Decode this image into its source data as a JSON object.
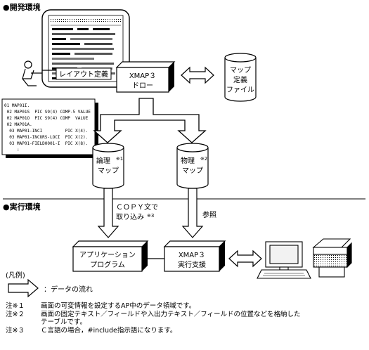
{
  "sections": {
    "dev": "●開発環境",
    "run": "●実行環境"
  },
  "boxes": {
    "layout": "レイアウト定義",
    "xmap_draw_1": "XMAP３",
    "xmap_draw_2": "ドロー",
    "app_prog_1": "アプリケーション",
    "app_prog_2": "プログラム",
    "xmap_run_1": "XMAP３",
    "xmap_run_2": "実行支援"
  },
  "files": {
    "map_def": [
      "マップ",
      "定義",
      "ファイル"
    ],
    "logical": [
      "論理",
      "マップ"
    ],
    "logical_mark": "※1",
    "physical": [
      "物理",
      "マップ"
    ],
    "physical_mark": "※2"
  },
  "code_lines": [
    "01 MAP01I.",
    " 02 MAP01S  PIC S9(4) COMP-5 VALUE",
    " 02 MAP01O  PIC S9(4) COMP  VALUE",
    " 02 MAP01A.",
    "  03 MAP01-INCI         PIC X(4).",
    "  03 MAP01-INCURS-LOCI  PIC X(2).",
    "  03 MAP01-FIELD0001-I  PIC X(8).",
    "     :"
  ],
  "labels": {
    "copy_1": "ＣＯＰＹ文で",
    "copy_2": "取り込み",
    "copy_mark": "※3",
    "ref": "参照"
  },
  "legend": {
    "title": "(凡例)",
    "arrow_label": "：データの流れ"
  },
  "notes": [
    {
      "key": "注※１",
      "text": "画面の可変情報を設定するAP中のデータ領域です。"
    },
    {
      "key": "注※２",
      "text": "画面の固定テキスト／フィールドや入出力テキスト／フィールドの位置などを格納した",
      "cont": "テーブルです。"
    },
    {
      "key": "注※３",
      "text": "Ｃ言語の場合，#include指示語になります。"
    }
  ]
}
